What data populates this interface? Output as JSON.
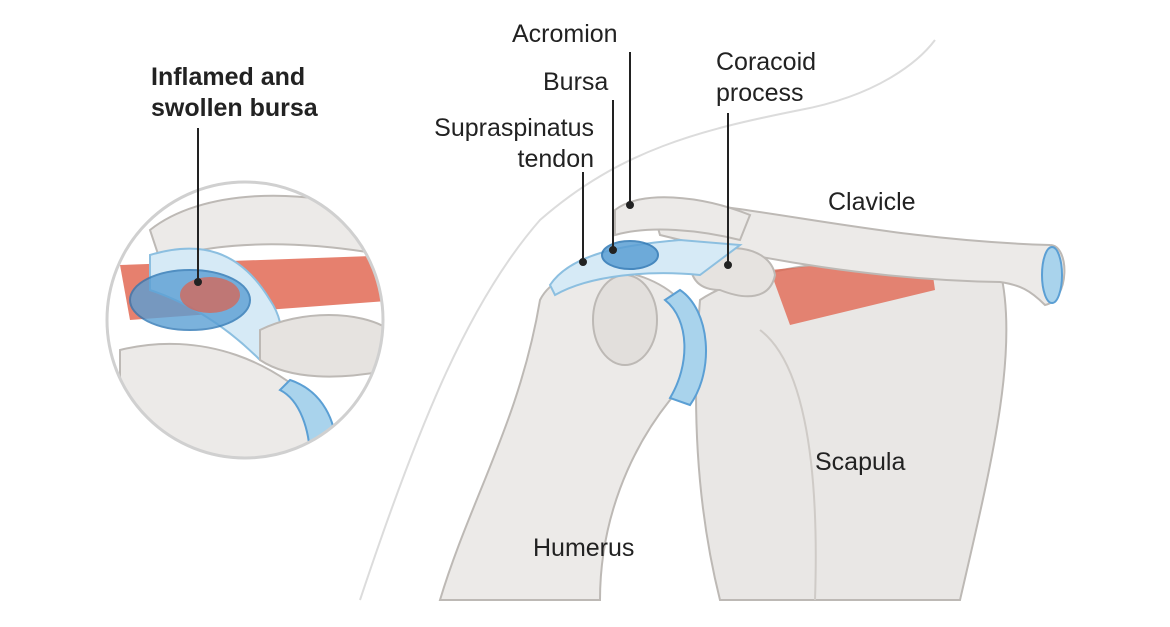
{
  "labels": {
    "inflamed_line1": "Inflamed and",
    "inflamed_line2": "swollen bursa",
    "acromion": "Acromion",
    "bursa": "Bursa",
    "coracoid_line1": "Coracoid",
    "coracoid_line2": "process",
    "supraspinatus_line1": "Supraspinatus",
    "supraspinatus_line2": "tendon",
    "clavicle": "Clavicle",
    "scapula": "Scapula",
    "humerus": "Humerus"
  },
  "colors": {
    "bone": "#e9e7e5",
    "bone_stroke": "#bdb9b5",
    "cartilage": "#a9d3ec",
    "bursa": "#5b9fd4",
    "muscle": "#e0604a",
    "outline": "#d8d8d8",
    "leader": "#222222"
  }
}
